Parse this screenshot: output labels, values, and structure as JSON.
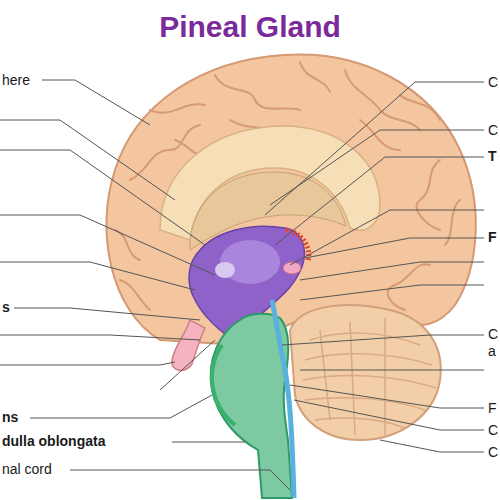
{
  "diagram": {
    "title": "Pineal Gland",
    "labels": [
      "here",
      "s",
      "ns",
      "dulla oblongata",
      "nal cord",
      "C",
      "C",
      "T",
      "F",
      "C a",
      "F",
      "C",
      "C"
    ]
  }
}
